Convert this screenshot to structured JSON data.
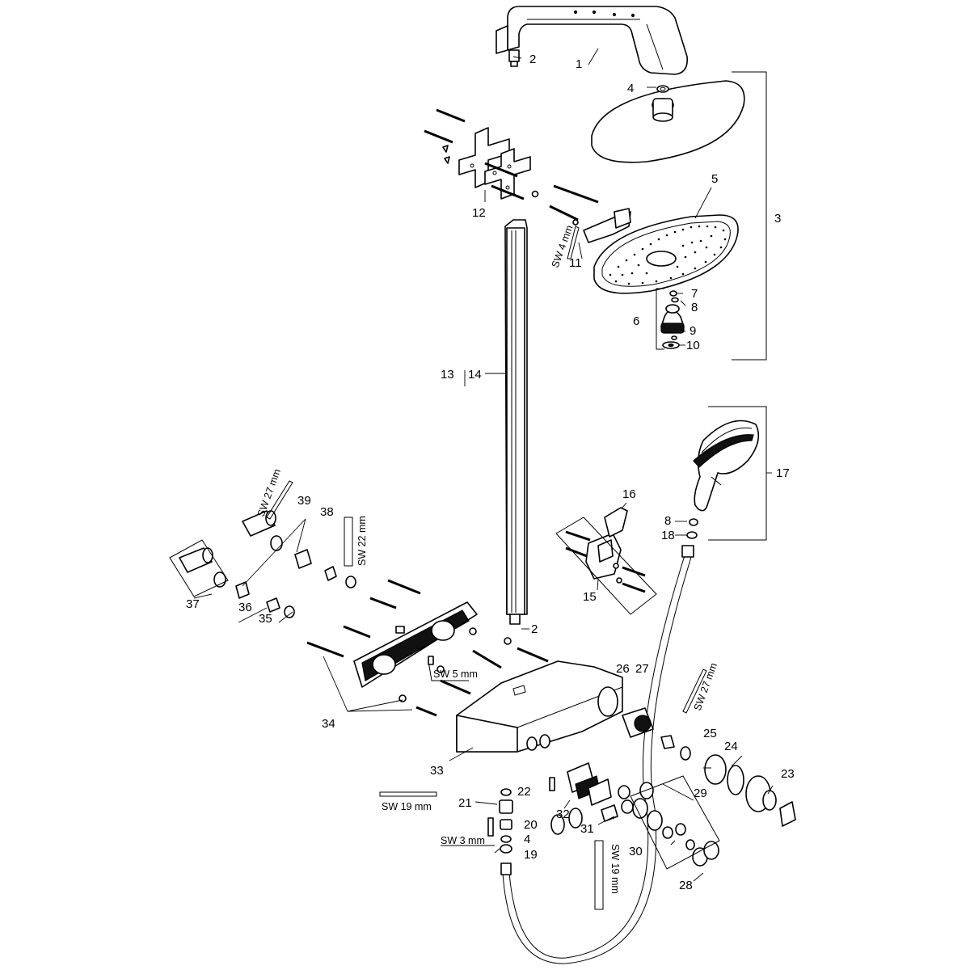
{
  "labels": {
    "p1": "1",
    "p2a": "2",
    "p2b": "2",
    "p3": "3",
    "p4a": "4",
    "p4b": "4",
    "p5": "5",
    "p6": "6",
    "p7": "7",
    "p8a": "8",
    "p8b": "8",
    "p9": "9",
    "p10": "10",
    "p11": "11",
    "p12": "12",
    "p13": "13",
    "p14": "14",
    "p15": "15",
    "p16": "16",
    "p17": "17",
    "p18": "18",
    "p19": "19",
    "p20": "20",
    "p21": "21",
    "p22": "22",
    "p23": "23",
    "p24": "24",
    "p25": "25",
    "p26": "26",
    "p27": "27",
    "p28": "28",
    "p29": "29",
    "p30": "30",
    "p31": "31",
    "p32": "32",
    "p33": "33",
    "p34": "34",
    "p35": "35",
    "p36": "36",
    "p37": "37",
    "p38": "38",
    "p39": "39"
  },
  "tools": {
    "sw4": "SW 4 mm",
    "sw27_top": "SW 27 mm",
    "sw22": "SW 22 mm",
    "sw5": "SW 5 mm",
    "sw27_right": "SW 27 mm",
    "sw19_left": "SW 19 mm",
    "sw3": "SW 3 mm",
    "sw19_bottom": "SW 19 mm"
  }
}
